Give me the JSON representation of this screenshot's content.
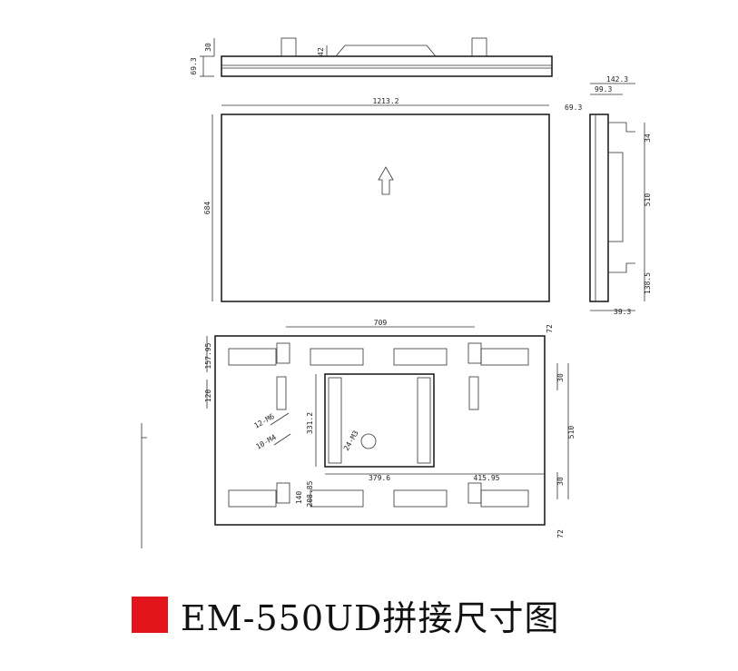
{
  "caption": {
    "text": "EM-550UD拼接尺寸图",
    "marker_color": "#e4141b"
  },
  "top_view": {
    "dims": [
      "30",
      "69.3",
      "42"
    ]
  },
  "front_view": {
    "dims": [
      "1213.2",
      "684"
    ]
  },
  "side_view": {
    "dims": [
      "142.3",
      "99.3",
      "69.3",
      "34",
      "510",
      "138.5",
      "39.3"
    ]
  },
  "back_view": {
    "dims": [
      "709",
      "72",
      "157.95",
      "120",
      "30",
      "12-M6",
      "10-M4",
      "331.2",
      "24-M3",
      "510",
      "379.6",
      "415.95",
      "30",
      "140",
      "208.85",
      "72"
    ]
  }
}
